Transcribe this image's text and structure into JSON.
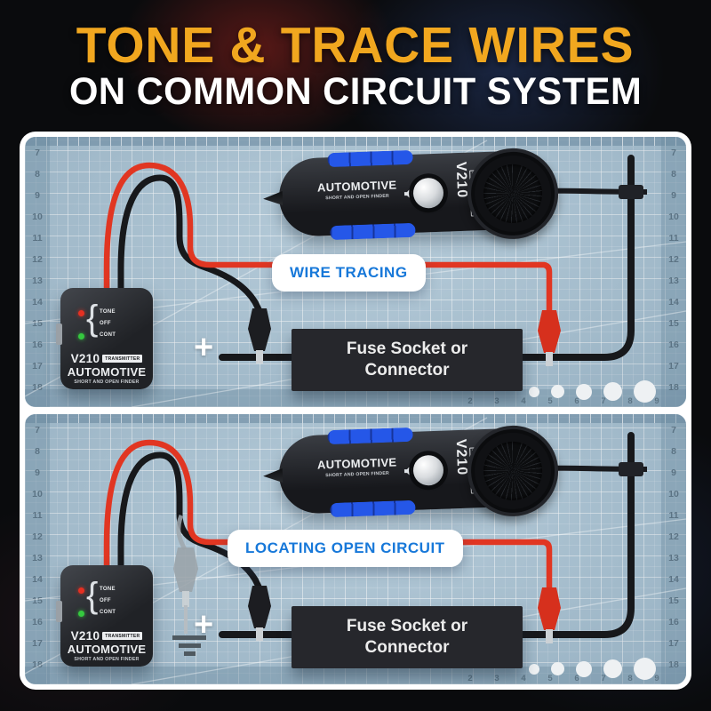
{
  "header": {
    "line1": "TONE & TRACE WIRES",
    "line2": "ON COMMON CIRCUIT SYSTEM"
  },
  "colors": {
    "title_yellow": "#F1A71F",
    "title_white": "#FFFFFF",
    "label_blue": "#1778D9",
    "mat_blue": "#ABC4D4",
    "wire_red": "#E13622",
    "wire_black": "#17181B",
    "grip_blue": "#2557E8",
    "background": "#0A0B0D"
  },
  "devices": {
    "receiver": {
      "title": "AUTOMOTIVE",
      "subtitle": "SHORT AND OPEN FINDER",
      "model": "V210",
      "role": "RECEIVER"
    },
    "transmitter": {
      "model": "V210",
      "role": "TRANSMITTER",
      "title": "AUTOMOTIVE",
      "subtitle": "SHORT AND OPEN FINDER",
      "switch_labels": [
        "TONE",
        "OFF",
        "CONT"
      ]
    }
  },
  "ruler": {
    "left": [
      "7",
      "8",
      "9",
      "10",
      "11",
      "12",
      "13",
      "14",
      "15",
      "16",
      "17",
      "18"
    ],
    "right": [
      "7",
      "8",
      "9",
      "10",
      "11",
      "12",
      "13",
      "14",
      "15",
      "16",
      "17",
      "18"
    ],
    "bottom": [
      "2",
      "3",
      "4",
      "5",
      "6",
      "7",
      "8",
      "9"
    ]
  },
  "panels": [
    {
      "label": "WIRE TRACING",
      "box_line1": "Fuse Socket or",
      "box_line2": "Connector",
      "plus": "+"
    },
    {
      "label": "LOCATING OPEN CIRCUIT",
      "box_line1": "Fuse Socket or",
      "box_line2": "Connector",
      "plus": "+"
    }
  ]
}
